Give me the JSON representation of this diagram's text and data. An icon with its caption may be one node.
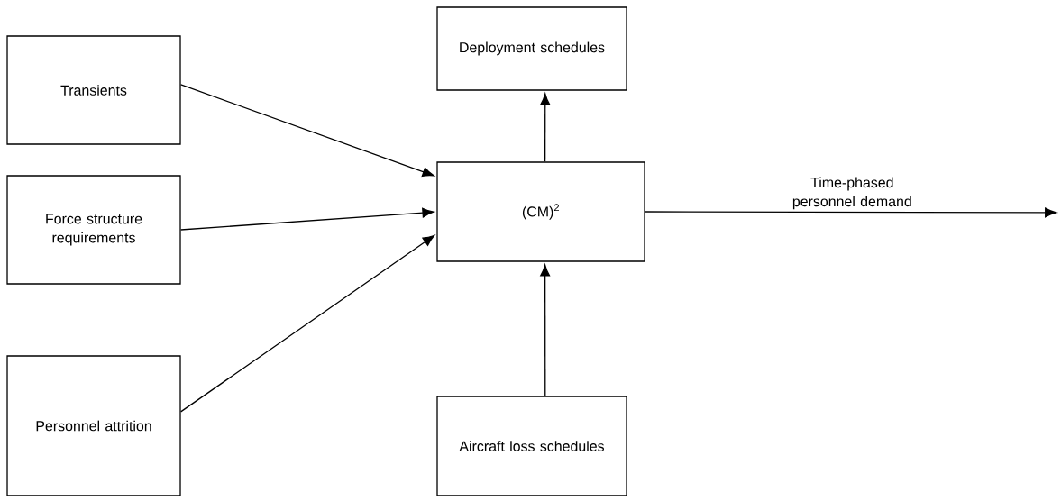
{
  "diagram": {
    "nodes": [
      {
        "text": [
          "Transients"
        ]
      },
      {
        "text": [
          "Deployment schedules"
        ]
      },
      {
        "text": [
          "Force structure requirements"
        ]
      },
      {
        "text": [
          "(CM)$^{2}$"
        ]
      },
      {
        "text": [
          "Personnel attrition"
        ]
      },
      {
        "text": [
          "Aircraft loss schedules"
        ]
      }
    ],
    "edges": [
      {
        "from": 0,
        "to": 3,
        "arrow": "to"
      },
      {
        "from": 2,
        "to": 3,
        "arrow": "to"
      },
      {
        "from": 4,
        "to": 3,
        "arrow": "to"
      },
      {
        "from": 3,
        "to": 1,
        "arrow": "to"
      },
      {
        "from": 5,
        "to": 3,
        "arrow": "to"
      },
      {
        "from": 3,
        "to": null,
        "arrow": "to",
        "label": "Time-phased personnel demand"
      }
    ]
  }
}
